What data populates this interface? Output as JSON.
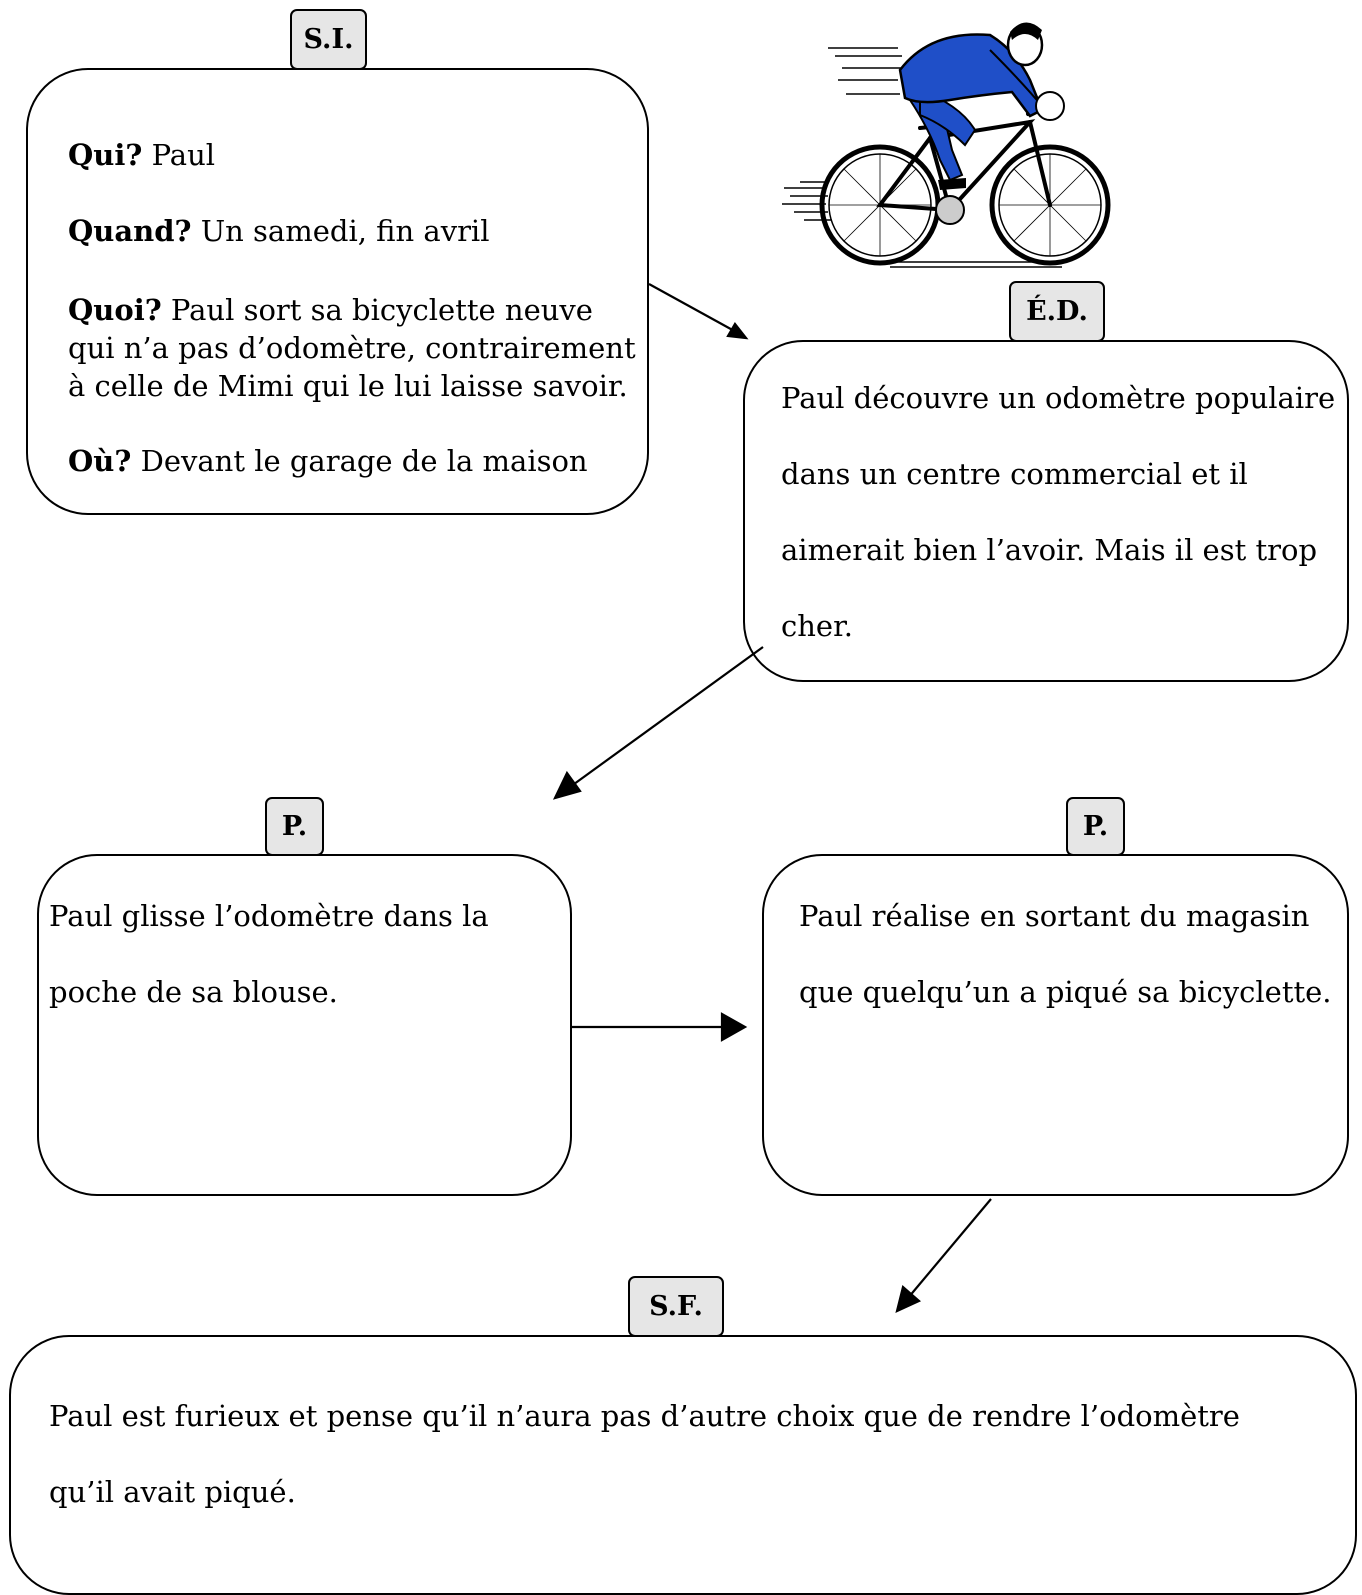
{
  "situation_initiale": {
    "tag": "S.I.",
    "qui_label": "Qui?",
    "qui_value": "Paul",
    "quand_label": "Quand?",
    "quand_value": "Un samedi, fin avril",
    "quoi_label": "Quoi?",
    "quoi_line1": "Paul sort sa bicyclette neuve",
    "quoi_line2": "qui n’a pas d’odomètre, contrairement",
    "quoi_line3": "à celle de Mimi qui le lui laisse savoir.",
    "ou_label": "Où?",
    "ou_value": "Devant le garage de la maison"
  },
  "element_declencheur": {
    "tag": "É.D.",
    "lines": [
      "Paul découvre un odomètre populaire",
      "dans un centre commercial et il",
      "aimerait bien l’avoir. Mais il est trop",
      "cher."
    ]
  },
  "peripetie_1": {
    "tag": "P.",
    "lines": [
      "Paul glisse l’odomètre dans la",
      "poche de sa blouse."
    ]
  },
  "peripetie_2": {
    "tag": "P.",
    "lines": [
      "Paul réalise en sortant du magasin",
      "que quelqu’un a piqué sa bicyclette."
    ]
  },
  "situation_finale": {
    "tag": "S.F.",
    "lines": [
      "Paul est furieux et pense qu’il n’aura pas d’autre choix que de rendre l’odomètre",
      "qu’il avait piqué."
    ]
  },
  "illustration": {
    "icon": "cyclist-icon",
    "colors": {
      "suit": "#1f4fc8",
      "outline": "#000000"
    }
  },
  "colors": {
    "tag_fill": "#e6e6e6",
    "border": "#000000",
    "background": "#ffffff"
  }
}
